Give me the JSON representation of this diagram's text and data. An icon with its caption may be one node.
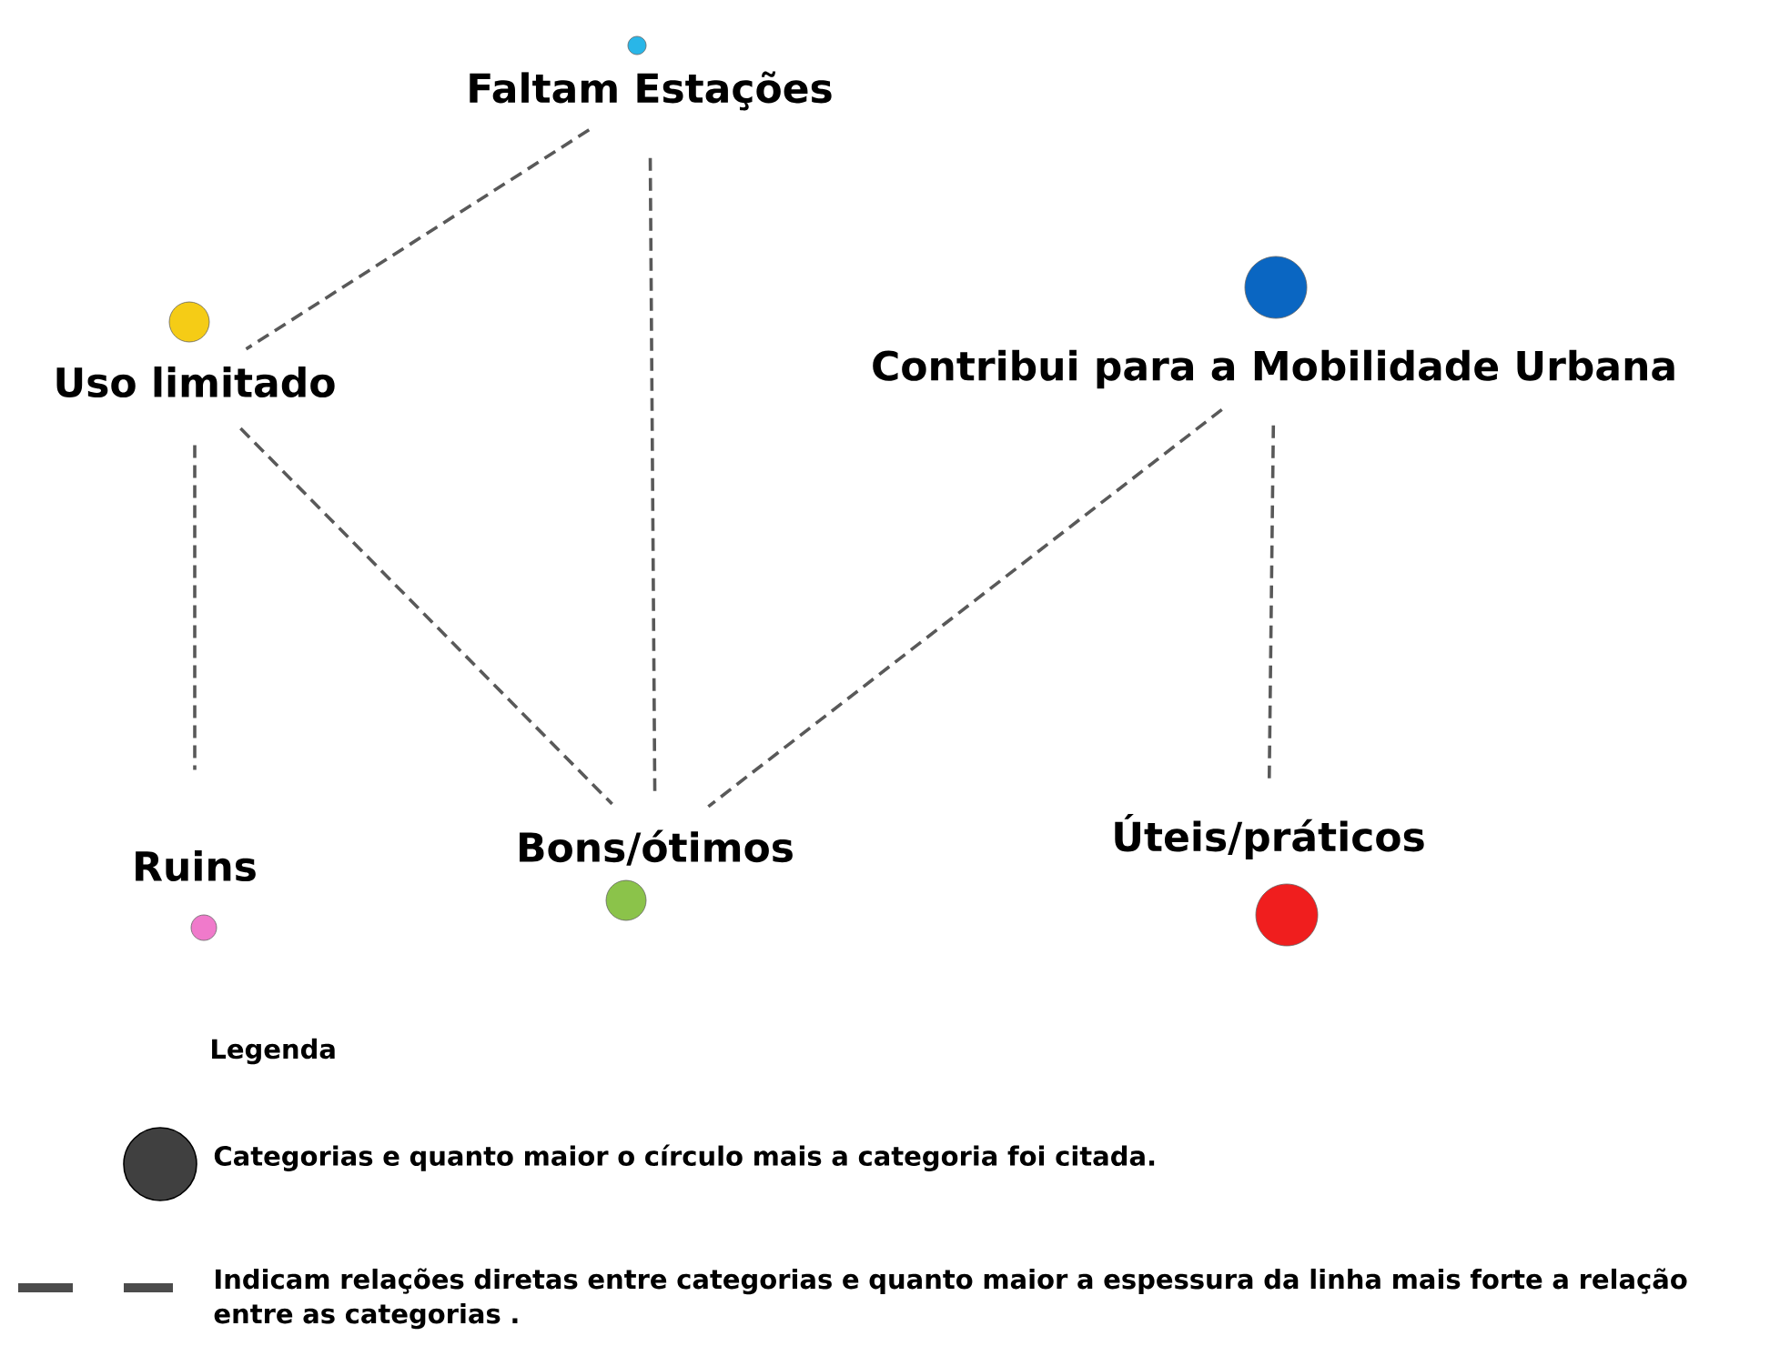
{
  "diagram": {
    "nodes": [
      {
        "text": [
          "Faltam Estações"
        ]
      },
      {
        "text": [
          "Uso limitado"
        ]
      },
      {
        "text": [
          "Contribui para a Mobilidade Urbana"
        ]
      },
      {
        "text": [
          "Ruins"
        ]
      },
      {
        "text": [
          "Bons/ótimos"
        ]
      },
      {
        "text": [
          "Úteis/práticos"
        ]
      }
    ],
    "edges": [
      {
        "from": 0,
        "to": 1,
        "arrow": "none"
      },
      {
        "from": 0,
        "to": 4,
        "arrow": "none"
      },
      {
        "from": 1,
        "to": 3,
        "arrow": "none"
      },
      {
        "from": 1,
        "to": 4,
        "arrow": "none"
      },
      {
        "from": 2,
        "to": 4,
        "arrow": "none"
      },
      {
        "from": 2,
        "to": 5,
        "arrow": "none"
      }
    ],
    "labels": [
      "Legenda"
    ],
    "legend": [
      {
        "text": "Categorias e quanto maior o círculo mais a categoria foi citada."
      },
      {
        "text": "Indicam relações diretas entre categorias e quanto maior a espessura da linha mais forte a relação entre as categorias ."
      }
    ]
  }
}
